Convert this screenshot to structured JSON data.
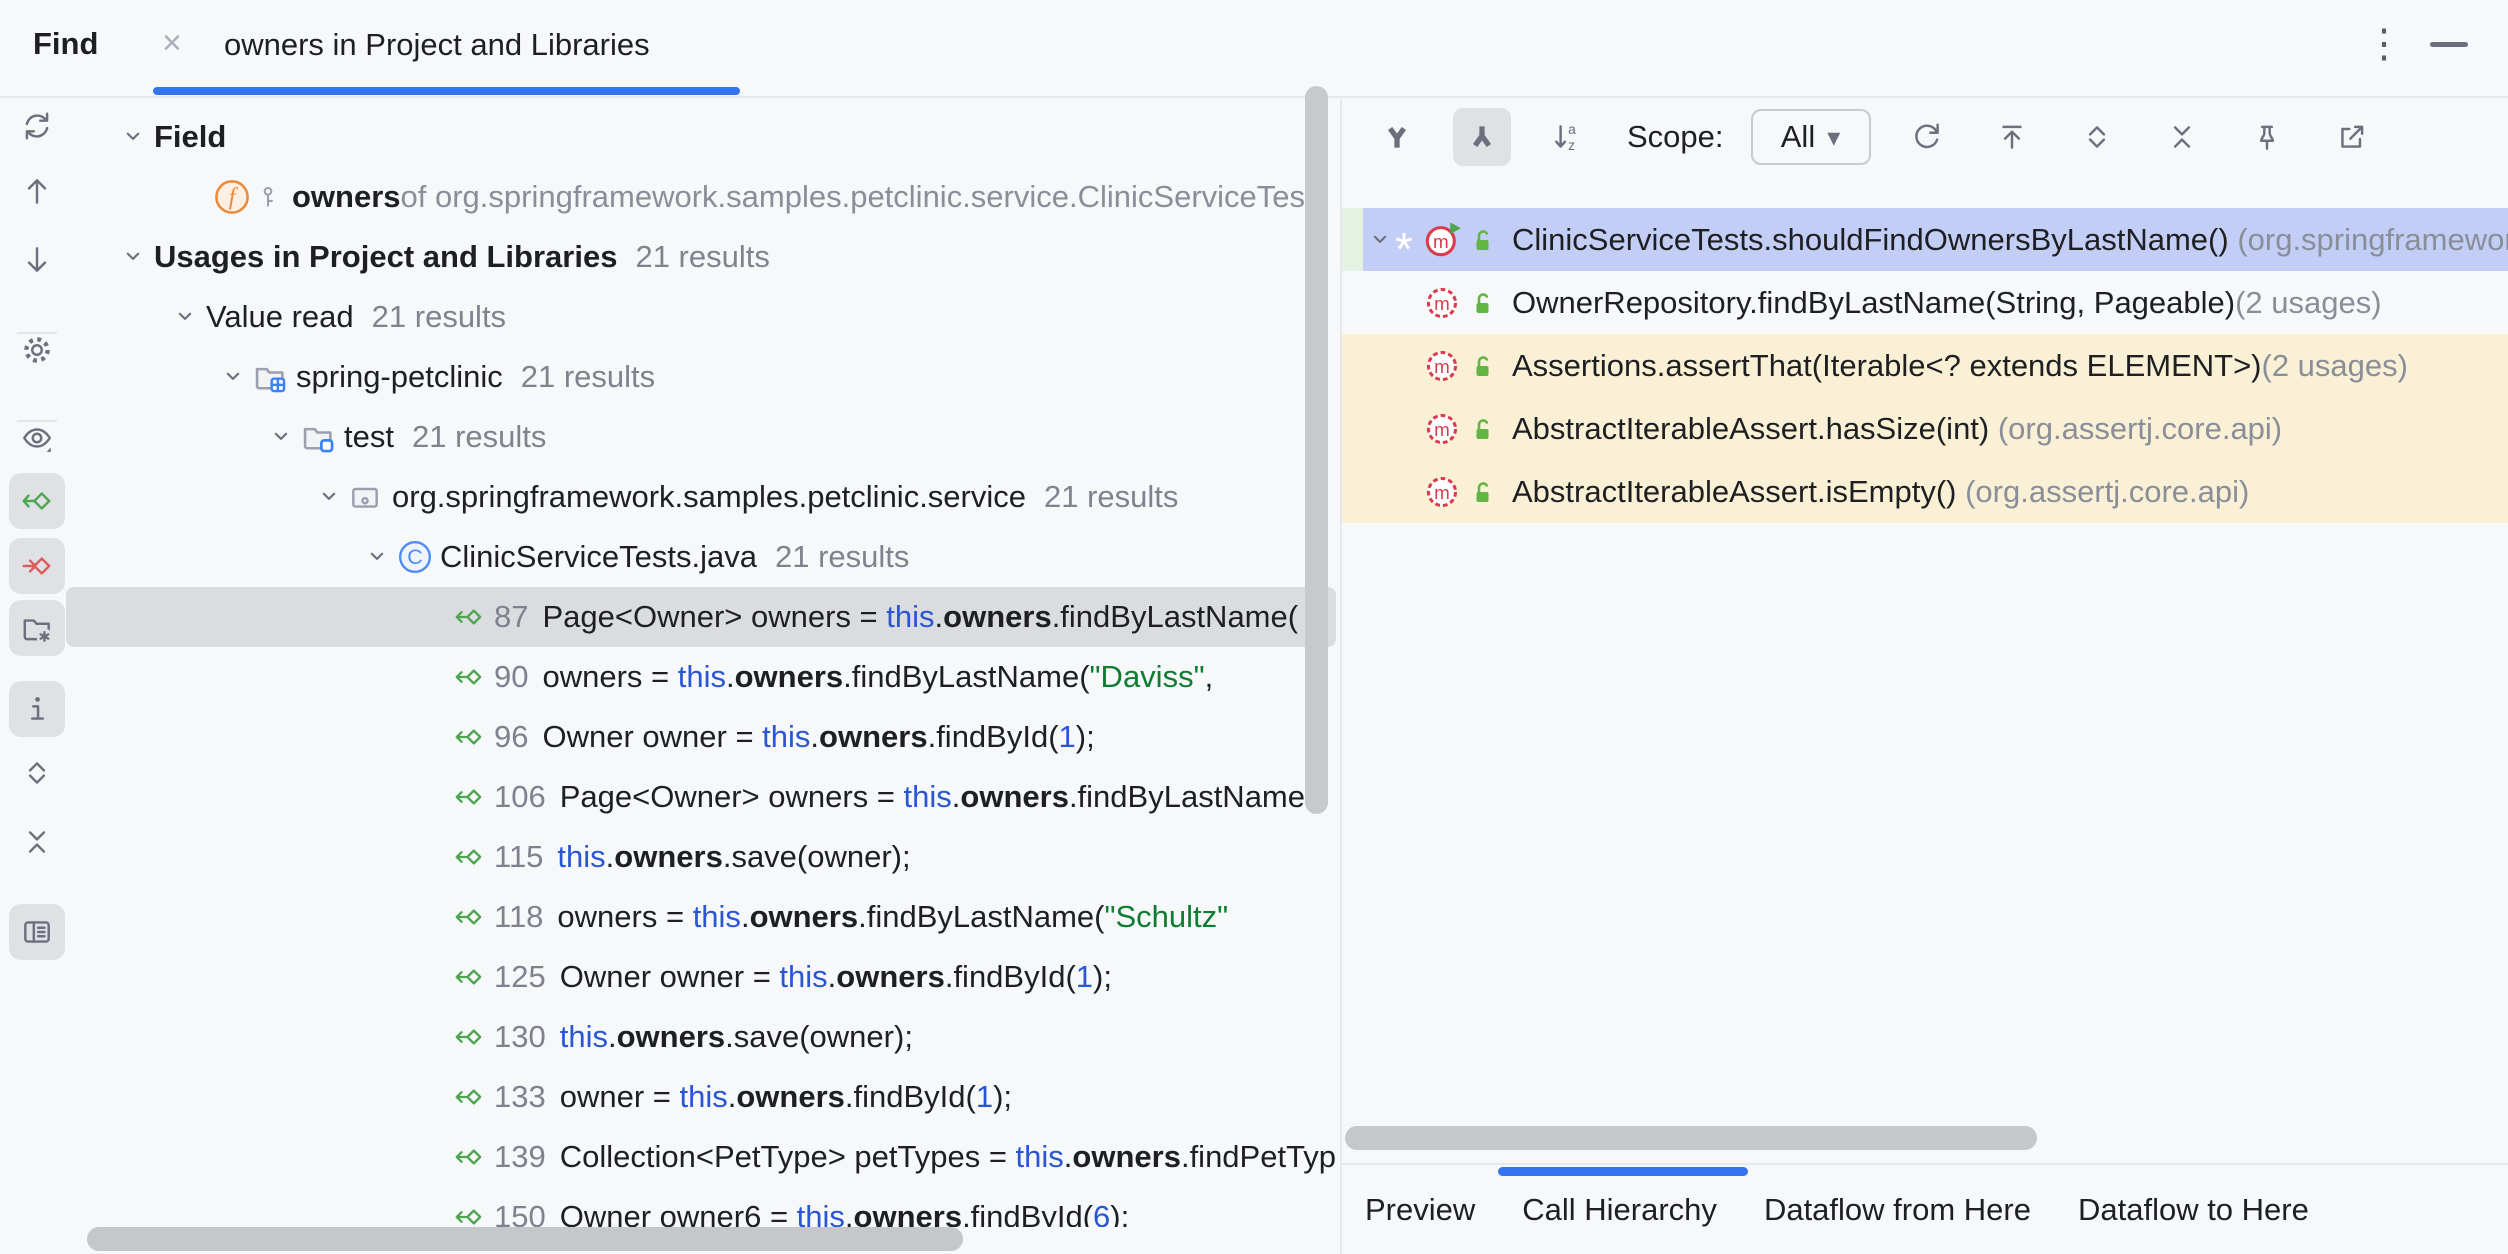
{
  "header": {
    "title": "Find",
    "tab_label": "owners in Project and Libraries",
    "close_icon": "×",
    "kebab_icon": "⋮"
  },
  "sidebar": {
    "items": [
      {
        "icon": "sync",
        "name": "refresh-usages",
        "selected": false
      },
      {
        "icon": "arrow-up",
        "name": "previous-occurrence",
        "selected": false
      },
      {
        "icon": "arrow-down",
        "name": "next-occurrence",
        "selected": false
      },
      {
        "icon": "gear",
        "name": "settings",
        "selected": false
      },
      {
        "icon": "eye",
        "name": "preview-usages",
        "selected": false
      },
      {
        "icon": "read-access",
        "name": "show-read-access",
        "selected": true
      },
      {
        "icon": "write-access",
        "name": "show-write-access",
        "selected": true
      },
      {
        "icon": "folder-star",
        "name": "group-by-directory",
        "selected": true
      },
      {
        "icon": "info",
        "name": "show-usage-info",
        "selected": true
      },
      {
        "icon": "expand-all",
        "name": "expand-all",
        "selected": false
      },
      {
        "icon": "collapse-all",
        "name": "collapse-all",
        "selected": false
      },
      {
        "icon": "preview-pane",
        "name": "open-preview-panel",
        "selected": true
      }
    ]
  },
  "tree": {
    "rows": [
      {
        "kind": "group",
        "depth": 0,
        "chevron": true,
        "label": "Field",
        "bold": true
      },
      {
        "kind": "field",
        "depth": 1,
        "icon": "field",
        "label": "owners",
        "bold": true,
        "suffix": " of org.springframework.samples.petclinic.service.ClinicServiceTests"
      },
      {
        "kind": "group",
        "depth": 0,
        "chevron": true,
        "label": "Usages in Project and Libraries",
        "bold": true,
        "count": "21 results"
      },
      {
        "kind": "node",
        "depth": 2,
        "chevron": true,
        "label": "Value read",
        "count": "21 results"
      },
      {
        "kind": "node",
        "depth": 3,
        "chevron": true,
        "icon": "module",
        "label": "spring-petclinic",
        "count": "21 results"
      },
      {
        "kind": "node",
        "depth": 4,
        "chevron": true,
        "icon": "test-folder",
        "label": "test",
        "count": "21 results"
      },
      {
        "kind": "node",
        "depth": 5,
        "chevron": true,
        "icon": "package",
        "label": "org.springframework.samples.petclinic.service",
        "count": "21 results"
      },
      {
        "kind": "node",
        "depth": 6,
        "chevron": true,
        "icon": "class",
        "label": "ClinicServiceTests.java",
        "count": "21 results"
      },
      {
        "kind": "usage",
        "depth": 7,
        "line": "87",
        "selected": true,
        "segments": [
          [
            "Page<Owner> owners = ",
            "p"
          ],
          [
            "this",
            "kw"
          ],
          [
            ".",
            "p"
          ],
          [
            "owners",
            "b"
          ],
          [
            ".findByLastName(",
            "p"
          ]
        ]
      },
      {
        "kind": "usage",
        "depth": 7,
        "line": "90",
        "segments": [
          [
            "owners = ",
            "p"
          ],
          [
            "this",
            "kw"
          ],
          [
            ".",
            "p"
          ],
          [
            "owners",
            "b"
          ],
          [
            ".findByLastName(",
            "p"
          ],
          [
            "\"Daviss\"",
            "str"
          ],
          [
            ", ",
            "p"
          ]
        ]
      },
      {
        "kind": "usage",
        "depth": 7,
        "line": "96",
        "segments": [
          [
            "Owner owner = ",
            "p"
          ],
          [
            "this",
            "kw"
          ],
          [
            ".",
            "p"
          ],
          [
            "owners",
            "b"
          ],
          [
            ".findById(",
            "p"
          ],
          [
            "1",
            "num"
          ],
          [
            ");",
            "p"
          ]
        ]
      },
      {
        "kind": "usage",
        "depth": 7,
        "line": "106",
        "segments": [
          [
            "Page<Owner> owners = ",
            "p"
          ],
          [
            "this",
            "kw"
          ],
          [
            ".",
            "p"
          ],
          [
            "owners",
            "b"
          ],
          [
            ".findByLastName(",
            "p"
          ]
        ]
      },
      {
        "kind": "usage",
        "depth": 7,
        "line": "115",
        "segments": [
          [
            "this",
            "kw"
          ],
          [
            ".",
            "p"
          ],
          [
            "owners",
            "b"
          ],
          [
            ".save(owner);",
            "p"
          ]
        ]
      },
      {
        "kind": "usage",
        "depth": 7,
        "line": "118",
        "segments": [
          [
            "owners = ",
            "p"
          ],
          [
            "this",
            "kw"
          ],
          [
            ".",
            "p"
          ],
          [
            "owners",
            "b"
          ],
          [
            ".findByLastName(",
            "p"
          ],
          [
            "\"Schultz\"",
            "str"
          ]
        ]
      },
      {
        "kind": "usage",
        "depth": 7,
        "line": "125",
        "segments": [
          [
            "Owner owner = ",
            "p"
          ],
          [
            "this",
            "kw"
          ],
          [
            ".",
            "p"
          ],
          [
            "owners",
            "b"
          ],
          [
            ".findById(",
            "p"
          ],
          [
            "1",
            "num"
          ],
          [
            ");",
            "p"
          ]
        ]
      },
      {
        "kind": "usage",
        "depth": 7,
        "line": "130",
        "segments": [
          [
            "this",
            "kw"
          ],
          [
            ".",
            "p"
          ],
          [
            "owners",
            "b"
          ],
          [
            ".save(owner);",
            "p"
          ]
        ]
      },
      {
        "kind": "usage",
        "depth": 7,
        "line": "133",
        "segments": [
          [
            "owner = ",
            "p"
          ],
          [
            "this",
            "kw"
          ],
          [
            ".",
            "p"
          ],
          [
            "owners",
            "b"
          ],
          [
            ".findById(",
            "p"
          ],
          [
            "1",
            "num"
          ],
          [
            ");",
            "p"
          ]
        ]
      },
      {
        "kind": "usage",
        "depth": 7,
        "line": "139",
        "segments": [
          [
            "Collection<PetType> petTypes = ",
            "p"
          ],
          [
            "this",
            "kw"
          ],
          [
            ".",
            "p"
          ],
          [
            "owners",
            "b"
          ],
          [
            ".findPetTypes();",
            "p"
          ]
        ]
      },
      {
        "kind": "usage",
        "depth": 7,
        "line": "150",
        "segments": [
          [
            "Owner owner6 = ",
            "p"
          ],
          [
            "this",
            "kw"
          ],
          [
            ".",
            "p"
          ],
          [
            "owners",
            "b"
          ],
          [
            ".findById(",
            "p"
          ],
          [
            "6",
            "num"
          ],
          [
            ");",
            "p"
          ]
        ]
      }
    ]
  },
  "right": {
    "toolbar": {
      "scope_label": "Scope:",
      "scope_value": "All",
      "caret": "▾",
      "icons": [
        {
          "icon": "callees",
          "name": "hierarchy-callees",
          "selected": false
        },
        {
          "icon": "callers",
          "name": "hierarchy-callers",
          "selected": true
        },
        {
          "icon": "sort-az",
          "name": "sort-alphabetically",
          "selected": false
        }
      ],
      "icons_after": [
        {
          "icon": "refresh",
          "name": "refresh-hierarchy"
        },
        {
          "icon": "jump-up",
          "name": "jump-to-source"
        },
        {
          "icon": "expand-all",
          "name": "expand-all"
        },
        {
          "icon": "collapse-all",
          "name": "collapse-all"
        },
        {
          "icon": "pin",
          "name": "pin-tab"
        },
        {
          "icon": "export",
          "name": "open-in-editor"
        }
      ]
    },
    "rows": [
      {
        "selected": true,
        "star": "*",
        "badge": true,
        "text": "ClinicServiceTests.shouldFindOwnersByLastName()",
        "qualifier": " (org.springframework.samples.petclinic.service)"
      },
      {
        "dashed": true,
        "text": "OwnerRepository.findByLastName(String, Pageable)",
        "qualifier": "(2 usages)"
      },
      {
        "cream": true,
        "dashed": true,
        "text": "Assertions.assertThat(Iterable<? extends ELEMENT>)",
        "qualifier": "(2 usages)"
      },
      {
        "cream": true,
        "dashed": true,
        "text": "AbstractIterableAssert.hasSize(int)",
        "qualifier": " (org.assertj.core.api)"
      },
      {
        "cream": true,
        "dashed": true,
        "text": "AbstractIterableAssert.isEmpty()",
        "qualifier": " (org.assertj.core.api)"
      }
    ],
    "tabs": [
      {
        "label": "Preview",
        "active": false
      },
      {
        "label": "Call Hierarchy",
        "active": true
      },
      {
        "label": "Dataflow from Here",
        "active": false
      },
      {
        "label": "Dataflow to Here",
        "active": false
      }
    ]
  },
  "colors": {
    "accent": "#3574F0",
    "selection_blue": "#C2CEF5",
    "selection_gray": "#DBDCE0",
    "cream_highlight": "#FAF0D5",
    "icon_gray": "#6C707E",
    "method_red": "#DB3B4C",
    "lock_green": "#62B543",
    "read_access_green": "#4FA652",
    "write_access_red": "#DB5C5C",
    "keyword_blue": "#2A56D4",
    "string_green": "#0E7D32",
    "muted_text": "#8A8E99"
  }
}
